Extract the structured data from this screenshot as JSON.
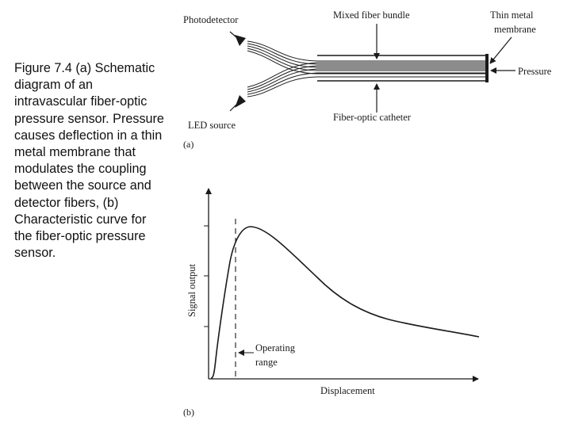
{
  "caption": "Figure 7.4   (a) Schematic diagram of an intravascular fiber-optic pressure sensor. Pressure causes deflection in a thin metal membrane that modulates the coupling between the source and detector fibers, (b) Characteristic curve for the fiber-optic pressure sensor.",
  "diagram_a": {
    "photodetector": "Photodetector",
    "led_source": "LED source",
    "mixed_fiber_bundle": "Mixed fiber bundle",
    "thin_metal_membrane": [
      "Thin metal",
      "membrane"
    ],
    "pressure": "Pressure",
    "catheter": "Fiber-optic catheter",
    "panel_label": "(a)"
  },
  "diagram_b": {
    "y_axis_label": "Signal output",
    "x_axis_label": "Displacement",
    "operating_range": [
      "Operating",
      "range"
    ],
    "panel_label": "(b)"
  },
  "colors": {
    "ink": "#1a1a1a",
    "background": "#ffffff"
  }
}
